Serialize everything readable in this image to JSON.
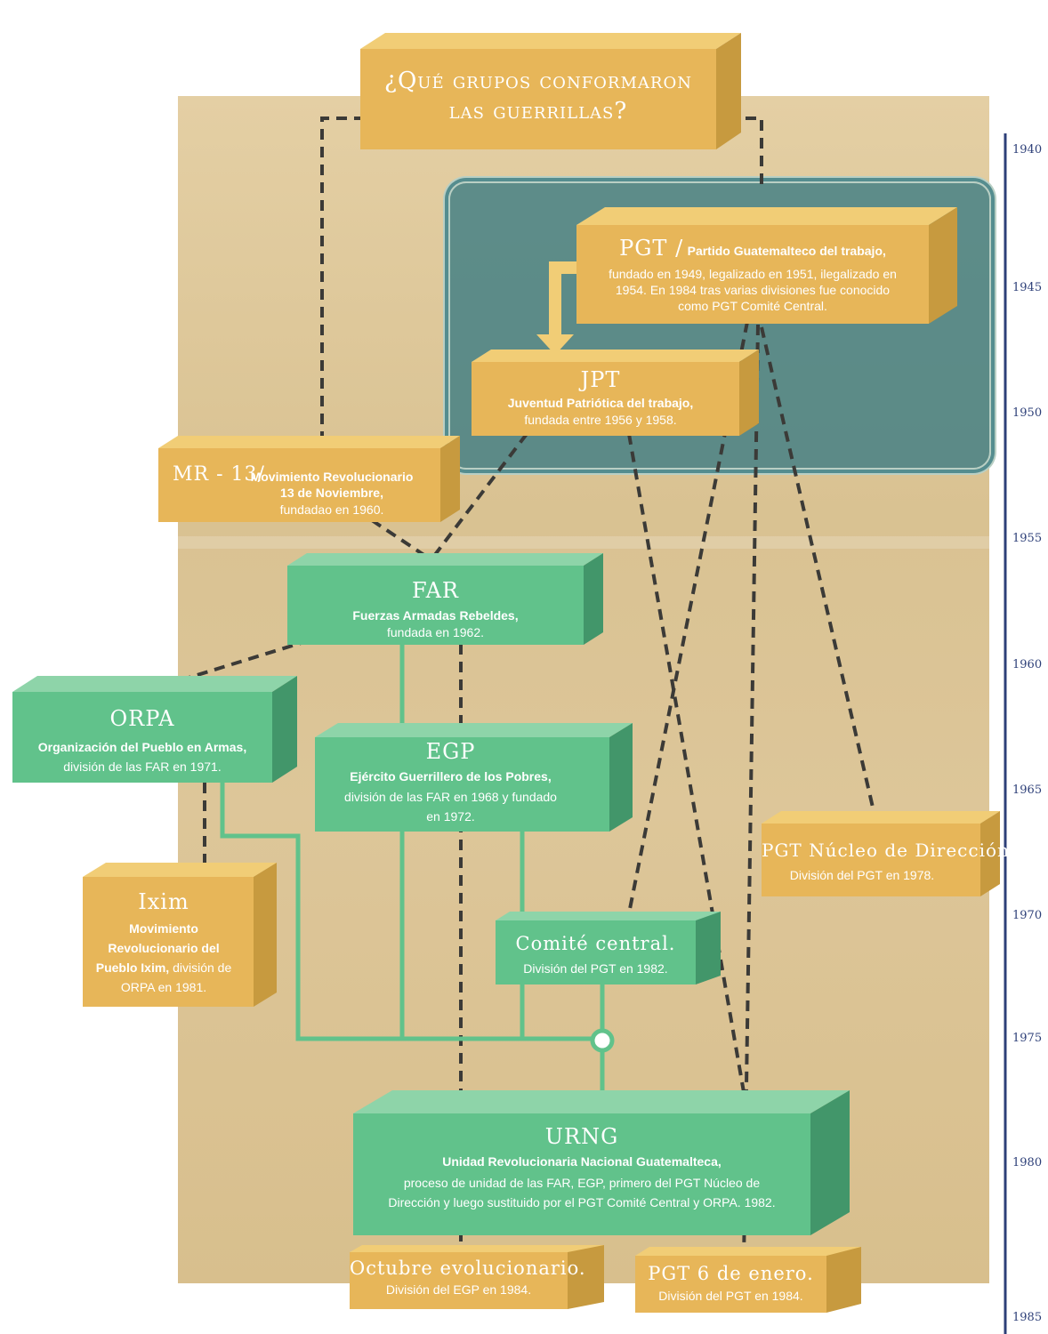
{
  "title": {
    "line1": "¿Qué grupos conformaron",
    "line2": "las guerrillas?"
  },
  "timeline": {
    "years": [
      "1940",
      "1945",
      "1950",
      "1955",
      "1960",
      "1965",
      "1970",
      "1975",
      "1980",
      "1985"
    ]
  },
  "pgt": {
    "acronym": "PGT /",
    "name": "Partido Guatemalteco del trabajo,",
    "line1": "fundado en 1949, legalizado en 1951, ilegalizado en",
    "line2": "1954. En 1984 tras varias divisiones fue conocido",
    "line3": "como PGT Comité Central."
  },
  "jpt": {
    "acronym": "JPT",
    "name": "Juventud Patriótica del trabajo,",
    "line1": "fundada entre 1956 y 1958."
  },
  "mr13": {
    "acronym": "MR - 13/",
    "name1": "Movimiento Revolucionario",
    "name2": "13 de Noviembre,",
    "line1": "fundadao en 1960."
  },
  "far": {
    "acronym": "FAR",
    "name": "Fuerzas Armadas Rebeldes,",
    "line1": "fundada en 1962."
  },
  "orpa": {
    "acronym": "ORPA",
    "name": "Organización del Pueblo en Armas,",
    "line1": "división de las FAR en 1971."
  },
  "egp": {
    "acronym": "EGP",
    "name": "Ejército Guerrillero de los Pobres,",
    "line1": "división de las FAR en 1968 y fundado",
    "line2": "en 1972."
  },
  "pgt_nucleo": {
    "acronym": "PGT Núcleo de Dirección.",
    "line1": "División del PGT en 1978."
  },
  "ixim": {
    "acronym": "Ixim",
    "name1": "Movimiento",
    "name2": "Revolucionario del",
    "name3": "Pueblo Ixim,",
    "desc_inline": " división de",
    "line1": "ORPA en 1981."
  },
  "comite": {
    "acronym": "Comité central.",
    "line1": "División del PGT en 1982."
  },
  "urng": {
    "acronym": "URNG",
    "name": "Unidad Revolucionaria Nacional Guatemalteca,",
    "line1": "proceso de unidad de las FAR, EGP, primero del PGT Núcleo de",
    "line2": "Dirección y luego sustituido por el PGT Comité Central y ORPA. 1982."
  },
  "octubre": {
    "acronym": "Octubre evolucionario.",
    "line1": "División del EGP en 1984."
  },
  "pgt6": {
    "acronym": "PGT 6 de enero.",
    "line1": "División del PGT en 1984."
  },
  "colors": {
    "orange": "#e7b659",
    "orange_top": "#f1cd76",
    "orange_side": "#c79a3f",
    "green": "#61c28b",
    "green_top": "#8ed4a9",
    "green_side": "#42966a",
    "teal": "#3f7e84",
    "timeline": "#2d3f78"
  }
}
